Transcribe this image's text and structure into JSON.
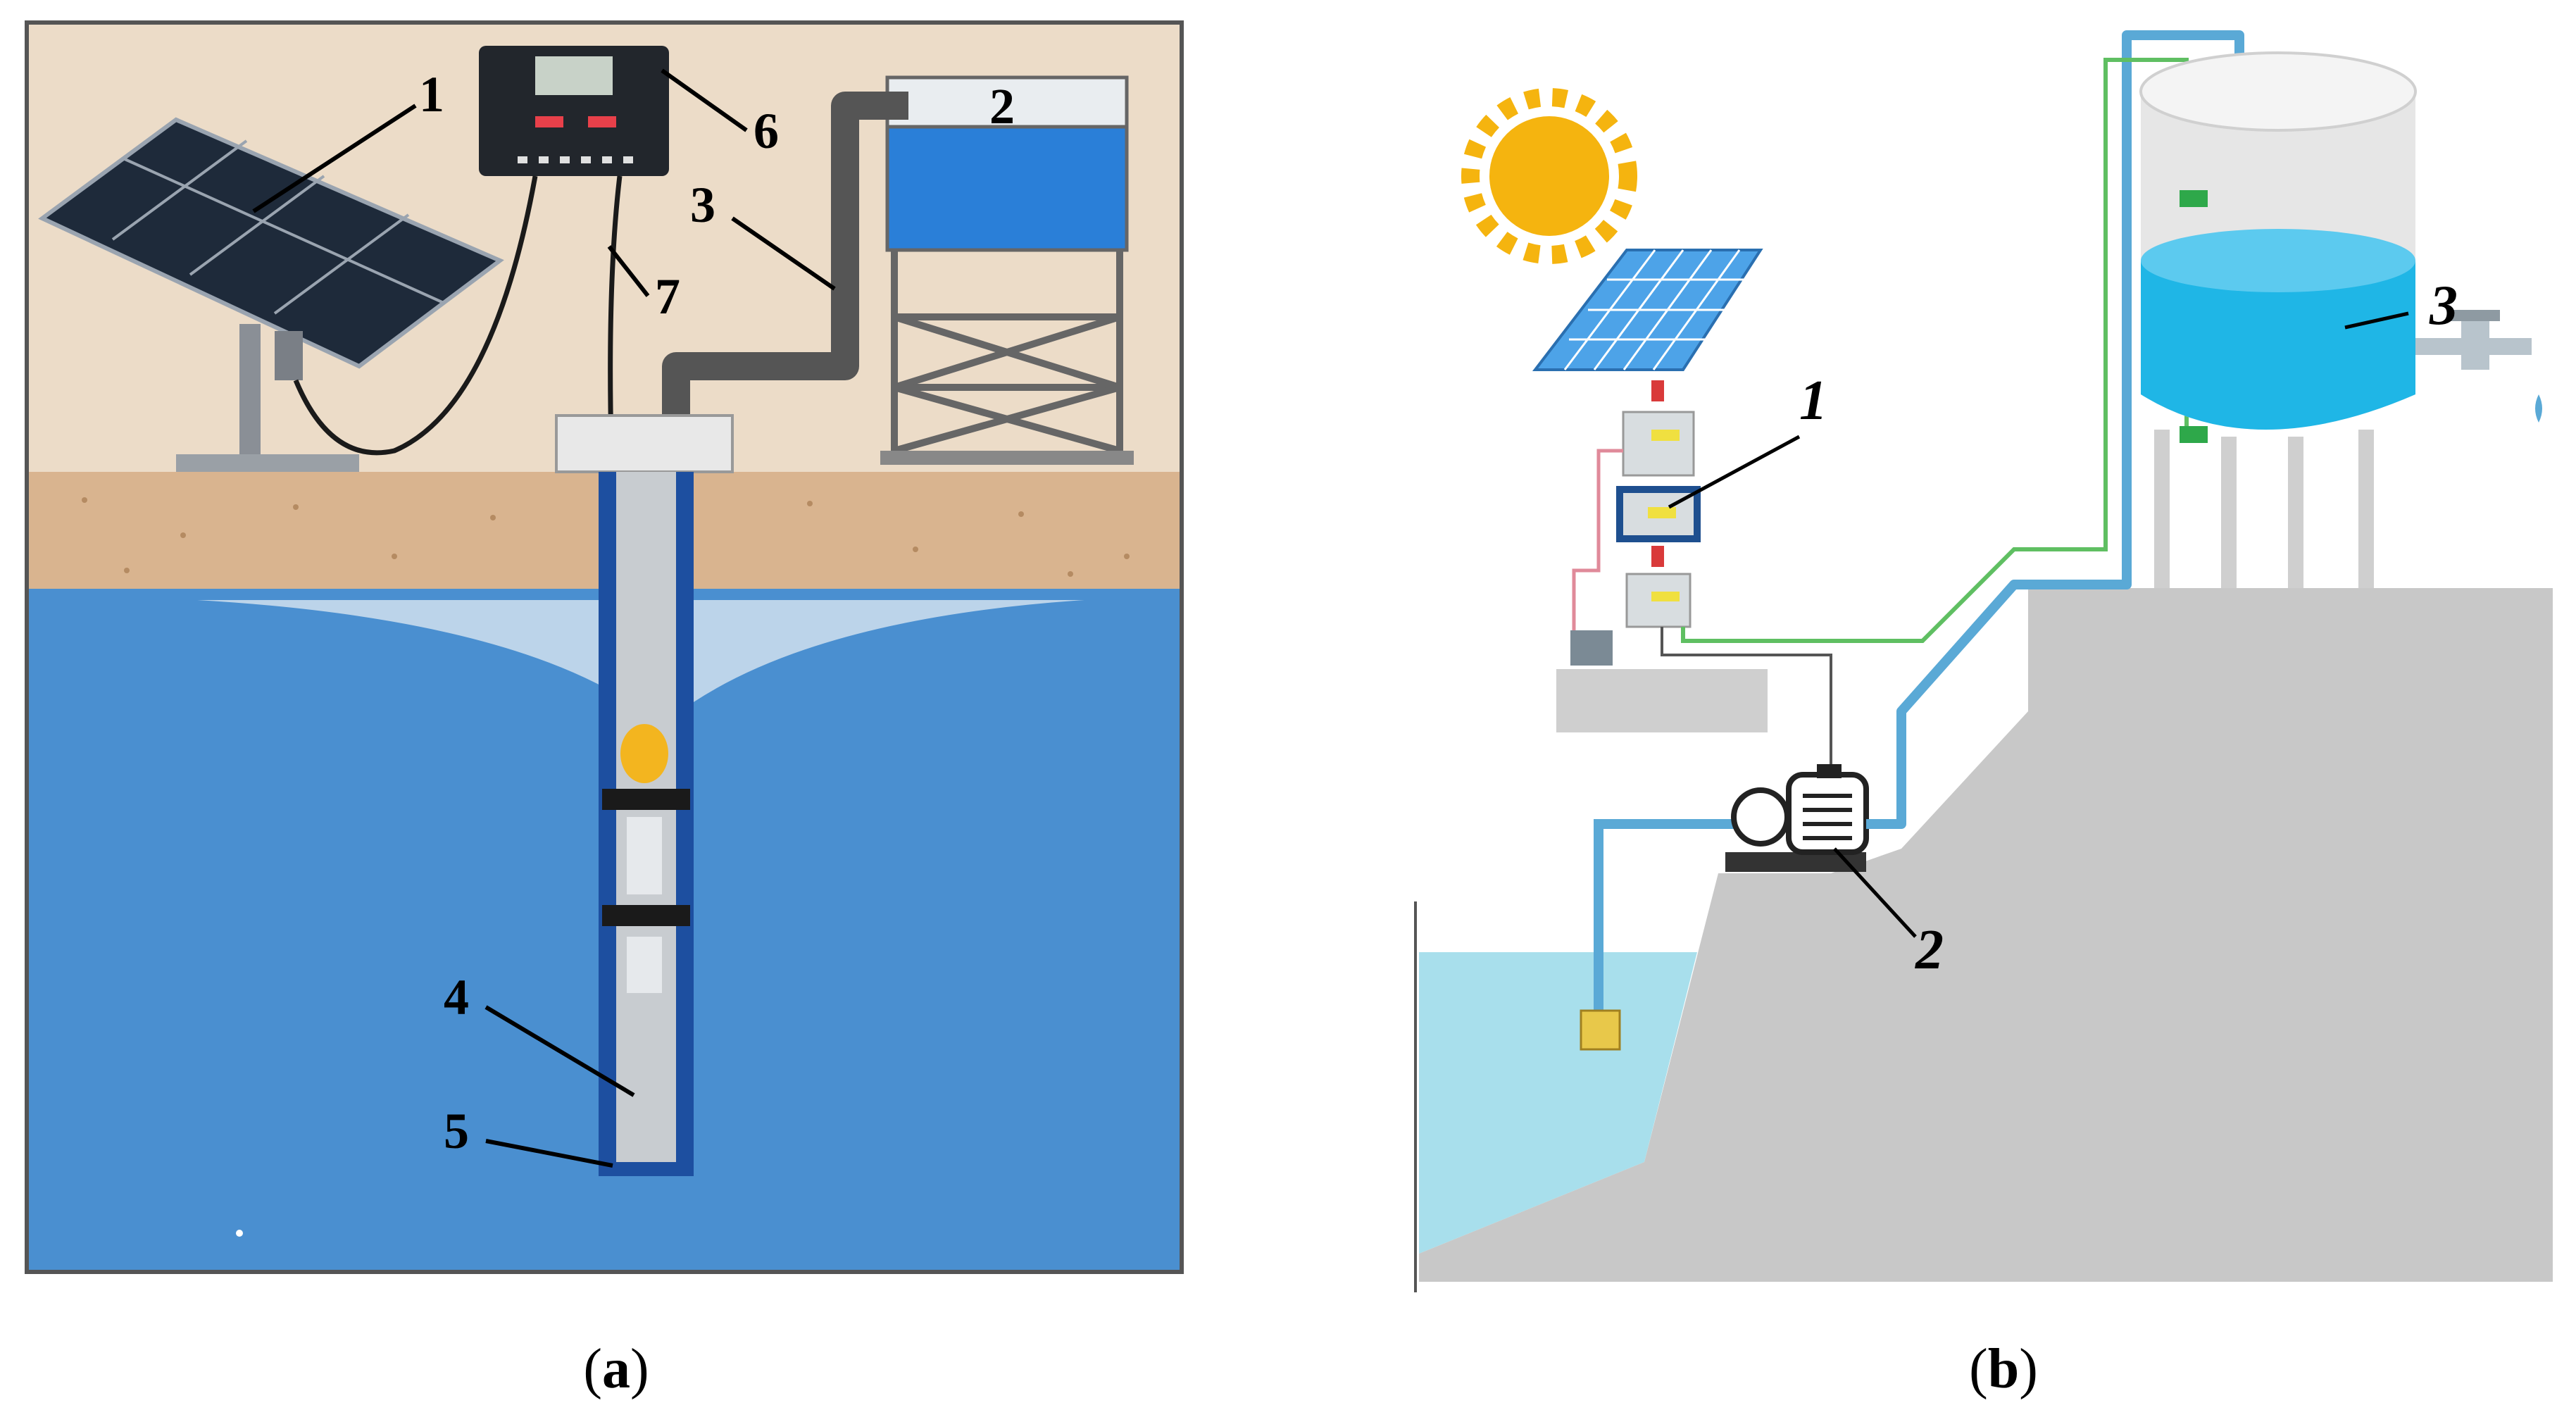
{
  "panel_a": {
    "caption_open": "(",
    "caption_letter": "a",
    "caption_close": ")",
    "labels": [
      "1",
      "2",
      "3",
      "4",
      "5",
      "6",
      "7"
    ]
  },
  "panel_b": {
    "caption_open": "(",
    "caption_letter": "b",
    "caption_close": ")",
    "labels": [
      "1",
      "2",
      "3"
    ]
  },
  "colors": {
    "sky_beige": "#ecdcc8",
    "soil": "#d9b48f",
    "ground_water": "#4a8fd0",
    "tank_water": "#2a7fd8",
    "sun": "#f5b40f",
    "solar_panel": "#4da3e8",
    "hill": "#c8c8c8",
    "lake": "#a8dfec",
    "tank_water_b": "#1fb6e6",
    "pipe_b": "#5aa9d6",
    "sensor_wire": "#5fbf62"
  },
  "icons": [
    "solar-panel-icon",
    "controller-icon",
    "water-tank-icon",
    "pump-icon",
    "sun-icon",
    "faucet-icon",
    "motor-icon"
  ]
}
